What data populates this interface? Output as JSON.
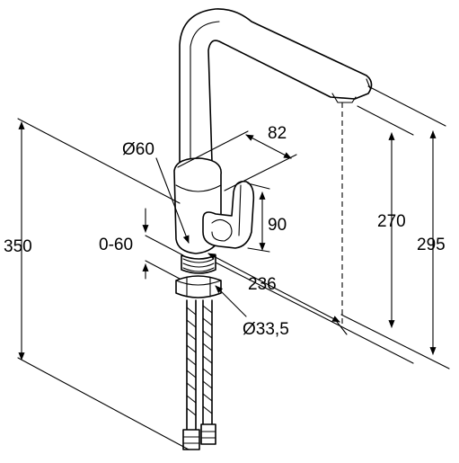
{
  "dimensions": {
    "total_height": "350",
    "height_to_outlet": "270",
    "spout_height": "295",
    "body_diameter": "Ø60",
    "body_depth": "82",
    "lever_height": "90",
    "deck_thickness": "0-60",
    "spout_reach": "236",
    "hole_diameter": "Ø33,5"
  },
  "colors": {
    "line": "#000000",
    "background": "#ffffff"
  }
}
